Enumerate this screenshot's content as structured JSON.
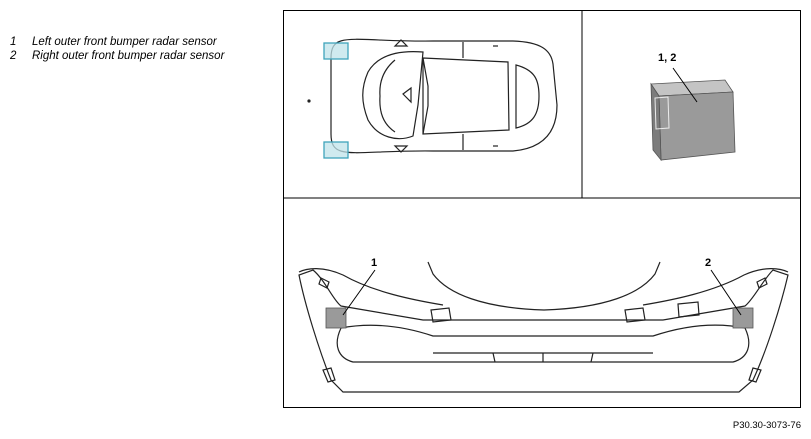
{
  "legend": [
    {
      "num": "1",
      "text": "Left outer front bumper radar sensor"
    },
    {
      "num": "2",
      "text": "Right outer front bumper radar sensor"
    }
  ],
  "labels": {
    "sensor_module": "1, 2",
    "bumper_left": "1",
    "bumper_right": "2"
  },
  "reference_code": "P30.30-3073-76",
  "colors": {
    "highlight_fill": "#bfe3ea",
    "highlight_stroke": "#3fa4bb",
    "sensor_gray": "#9a9a9a"
  }
}
